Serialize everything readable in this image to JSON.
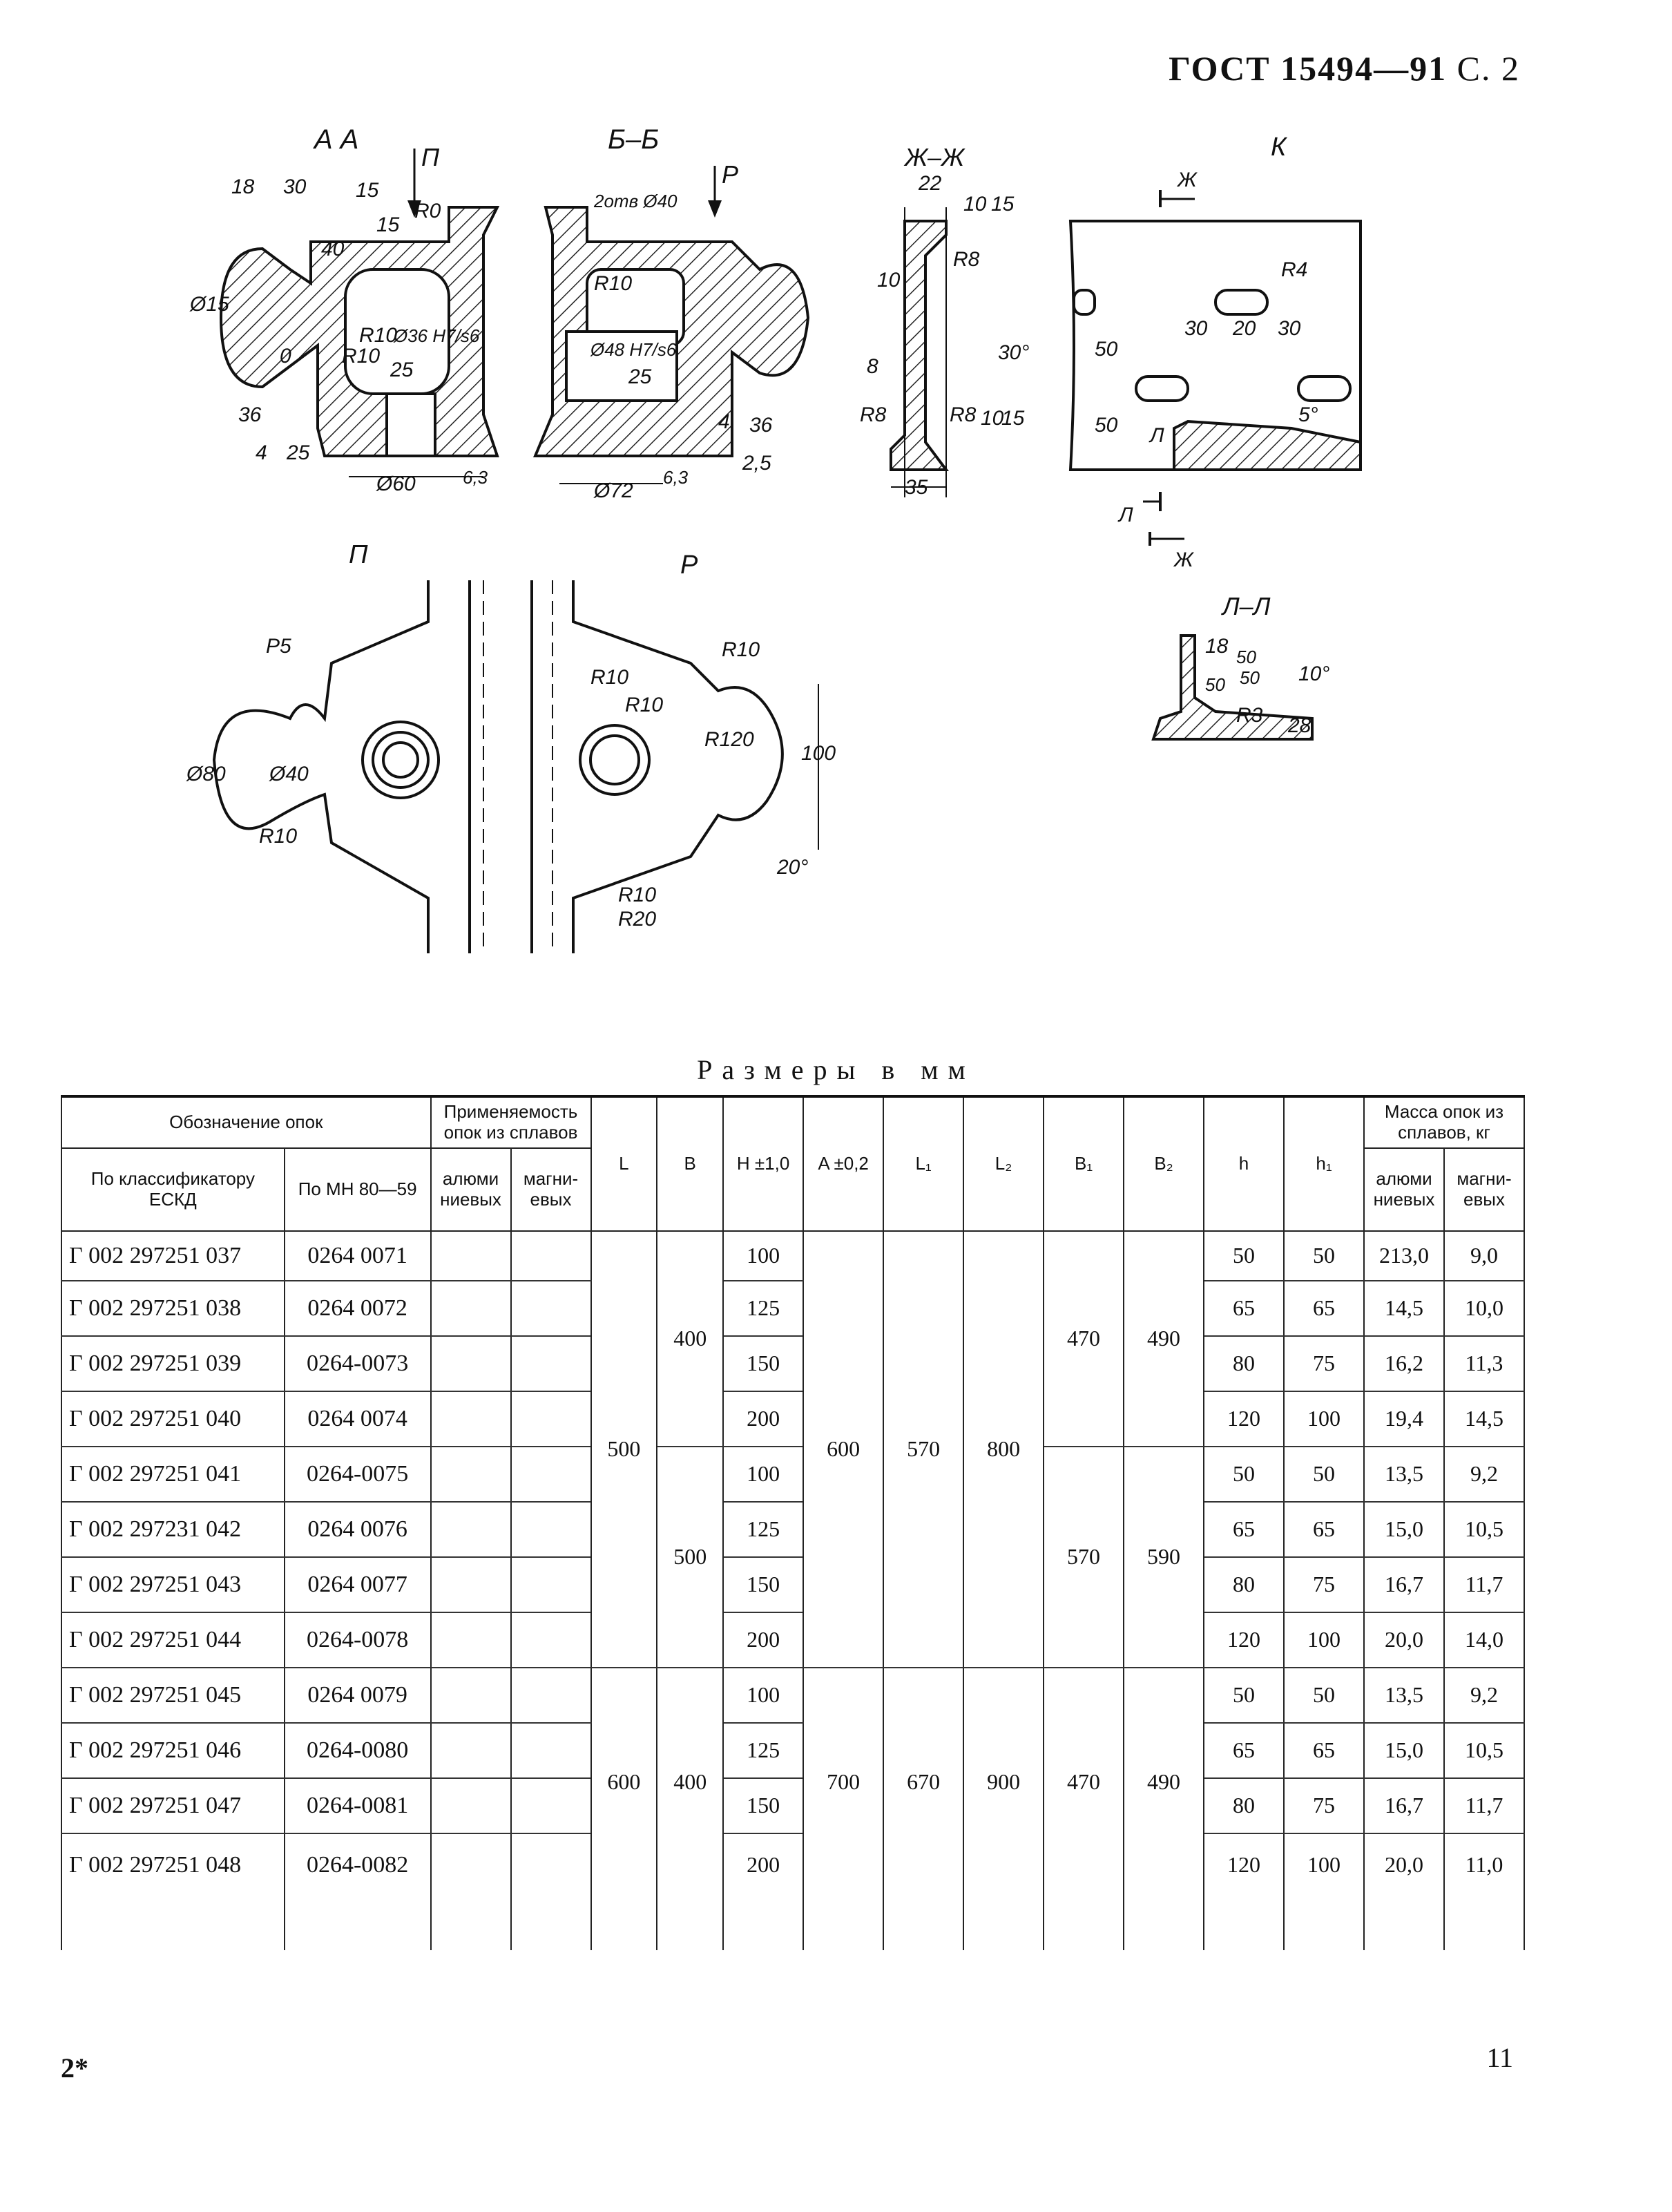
{
  "header": {
    "standard": "ГОСТ 15494—91",
    "page": "С. 2"
  },
  "drawings": {
    "aa": {
      "title": "А  А",
      "dims": [
        "18",
        "30",
        "15",
        "R0",
        "40",
        "15",
        "Ø15",
        "R10",
        "Ø36 H7/s6",
        "R10",
        "0",
        "25",
        "36",
        "4",
        "25",
        "Ø60",
        "6,3"
      ],
      "arrow": "П"
    },
    "bb": {
      "title": "Б–Б",
      "dims": [
        "2отв Ø40",
        "R10",
        "Ø48 H7/s6",
        "25",
        "4",
        "36",
        "2,5",
        "Ø72",
        "6,3"
      ],
      "arrow": "Р"
    },
    "zhzh": {
      "title": "Ж–Ж",
      "dims": [
        "22",
        "10",
        "15",
        "R8",
        "10",
        "30°",
        "8",
        "R8",
        "R8",
        "10",
        "15",
        "35"
      ]
    },
    "k": {
      "title": "К",
      "dims": [
        "Ж",
        "R4",
        "30",
        "20",
        "30",
        "50",
        "50",
        "5°",
        "Л",
        "Л",
        "Ж"
      ]
    },
    "p": {
      "title": "П",
      "dims": [
        "Р5",
        "Ø80",
        "Ø40",
        "R10"
      ]
    },
    "r": {
      "title": "Р",
      "dims": [
        "R10",
        "R10",
        "R10",
        "R120",
        "100",
        "20°",
        "R10",
        "R20"
      ]
    },
    "ll": {
      "title": "Л–Л",
      "dims": [
        "18",
        "50",
        "50",
        "10°",
        "50",
        "R3",
        "28"
      ]
    }
  },
  "table": {
    "caption": "Размеры в мм",
    "headers": {
      "designation": "Обозначение опок",
      "eskd": "По классификатору ЕСКД",
      "mn": "По МН 80—59",
      "applicability": "Применяемость опок из сплавов",
      "alu": "алюми ниевых",
      "mag": "магни- евых",
      "L": "L",
      "B": "B",
      "H": "H ±1,0",
      "A": "A ±0,2",
      "L1": "L₁",
      "L2": "L₂",
      "B1": "B₁",
      "B2": "B₂",
      "h": "h",
      "h1": "h₁",
      "mass": "Масса опок из сплавов, кг",
      "mass_alu": "алюми ниевых",
      "mass_mag": "магни- евых"
    },
    "rows": [
      {
        "eskd": "Г 002 297251 037",
        "mn": "0264 0071",
        "H": "100",
        "h": "50",
        "h1": "50",
        "m_alu": "213,0",
        "m_mag": "9,0"
      },
      {
        "eskd": "Г 002 297251 038",
        "mn": "0264 0072",
        "H": "125",
        "h": "65",
        "h1": "65",
        "m_alu": "14,5",
        "m_mag": "10,0"
      },
      {
        "eskd": "Г 002 297251 039",
        "mn": "0264-0073",
        "H": "150",
        "h": "80",
        "h1": "75",
        "m_alu": "16,2",
        "m_mag": "11,3"
      },
      {
        "eskd": "Г 002 297251 040",
        "mn": "0264 0074",
        "H": "200",
        "h": "120",
        "h1": "100",
        "m_alu": "19,4",
        "m_mag": "14,5"
      },
      {
        "eskd": "Г 002 297251 041",
        "mn": "0264-0075",
        "H": "100",
        "h": "50",
        "h1": "50",
        "m_alu": "13,5",
        "m_mag": "9,2"
      },
      {
        "eskd": "Г 002 297231 042",
        "mn": "0264 0076",
        "H": "125",
        "h": "65",
        "h1": "65",
        "m_alu": "15,0",
        "m_mag": "10,5"
      },
      {
        "eskd": "Г 002 297251 043",
        "mn": "0264 0077",
        "H": "150",
        "h": "80",
        "h1": "75",
        "m_alu": "16,7",
        "m_mag": "11,7"
      },
      {
        "eskd": "Г 002 297251 044",
        "mn": "0264-0078",
        "H": "200",
        "h": "120",
        "h1": "100",
        "m_alu": "20,0",
        "m_mag": "14,0"
      },
      {
        "eskd": "Г 002 297251 045",
        "mn": "0264 0079",
        "H": "100",
        "h": "50",
        "h1": "50",
        "m_alu": "13,5",
        "m_mag": "9,2"
      },
      {
        "eskd": "Г 002 297251 046",
        "mn": "0264-0080",
        "H": "125",
        "h": "65",
        "h1": "65",
        "m_alu": "15,0",
        "m_mag": "10,5"
      },
      {
        "eskd": "Г 002 297251 047",
        "mn": "0264-0081",
        "H": "150",
        "h": "80",
        "h1": "75",
        "m_alu": "16,7",
        "m_mag": "11,7"
      },
      {
        "eskd": "Г 002 297251 048",
        "mn": "0264-0082",
        "H": "200",
        "h": "120",
        "h1": "100",
        "m_alu": "20,0",
        "m_mag": "11,0"
      }
    ],
    "groups": {
      "L": [
        "500",
        "600"
      ],
      "B": [
        "400",
        "500",
        "400"
      ],
      "A": [
        "600",
        "700"
      ],
      "L1": [
        "570",
        "670"
      ],
      "L2": [
        "800",
        "900"
      ],
      "B1": [
        "470",
        "570",
        "470"
      ],
      "B2": [
        "490",
        "590",
        "490"
      ]
    }
  },
  "footer": {
    "left": "2*",
    "right": "11"
  }
}
